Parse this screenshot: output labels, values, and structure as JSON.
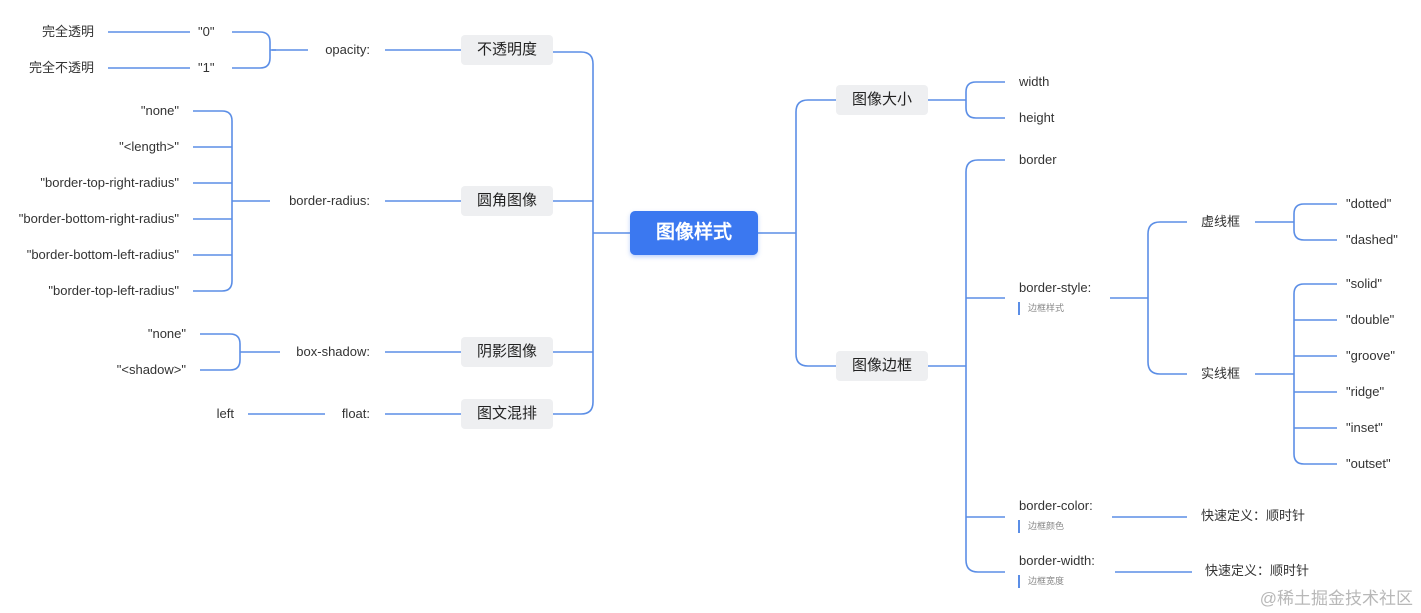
{
  "root": {
    "label": "图像样式"
  },
  "left": {
    "opacity": {
      "topic": "不透明度",
      "property": "opacity:",
      "values": [
        {
          "value": "\"0\"",
          "desc": "完全透明"
        },
        {
          "value": "\"1\"",
          "desc": "完全不透明"
        }
      ]
    },
    "radius": {
      "topic": "圆角图像",
      "property": "border-radius:",
      "values": [
        "\"none\"",
        "\"<length>\"",
        "\"border-top-right-radius\"",
        "\"border-bottom-right-radius\"",
        "\"border-bottom-left-radius\"",
        "\"border-top-left-radius\""
      ]
    },
    "shadow": {
      "topic": "阴影图像",
      "property": "box-shadow:",
      "values": [
        "\"none\"",
        "\"<shadow>\""
      ]
    },
    "float": {
      "topic": "图文混排",
      "property": "float:",
      "value": "left"
    }
  },
  "right": {
    "size": {
      "topic": "图像大小",
      "items": [
        "width",
        "height"
      ]
    },
    "border": {
      "topic": "图像边框",
      "border": "border",
      "style": {
        "label": "border-style:",
        "note": "边框样式",
        "dashed_group": {
          "label": "虚线框",
          "values": [
            "\"dotted\"",
            "\"dashed\""
          ]
        },
        "solid_group": {
          "label": "实线框",
          "values": [
            "\"solid\"",
            "\"double\"",
            "\"groove\"",
            "\"ridge\"",
            "\"inset\"",
            "\"outset\""
          ]
        }
      },
      "color": {
        "label": "border-color:",
        "note": "边框颜色",
        "value": "快速定义：顺时针"
      },
      "width": {
        "label": "border-width:",
        "note": "边框宽度",
        "value": "快速定义：顺时针"
      }
    }
  },
  "watermark": "@稀土掘金技术社区"
}
